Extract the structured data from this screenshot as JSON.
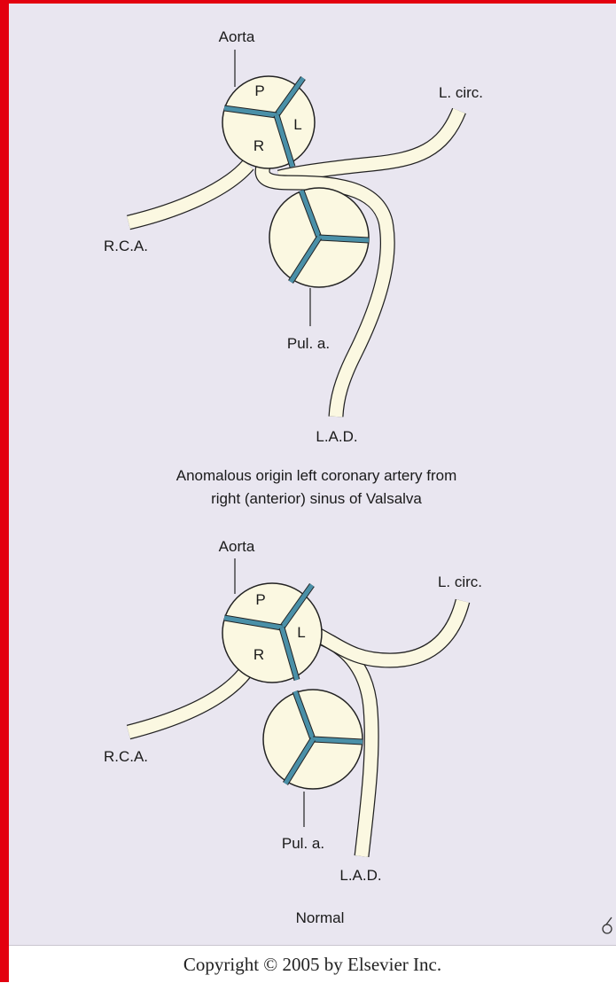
{
  "diagram_top": {
    "aorta_label": "Aorta",
    "cusp_p": "P",
    "cusp_l": "L",
    "cusp_r": "R",
    "lcirc_label": "L. circ.",
    "rca_label": "R.C.A.",
    "pul_label": "Pul. a.",
    "lad_label": "L.A.D.",
    "caption_line1": "Anomalous origin left coronary artery from",
    "caption_line2": "right (anterior) sinus of Valsalva"
  },
  "diagram_bottom": {
    "aorta_label": "Aorta",
    "cusp_p": "P",
    "cusp_l": "L",
    "cusp_r": "R",
    "lcirc_label": "L. circ.",
    "rca_label": "R.C.A.",
    "pul_label": "Pul. a.",
    "lad_label": "L.A.D.",
    "caption": "Normal"
  },
  "copyright": "Copyright © 2005 by Elsevier Inc.",
  "colors": {
    "frame": "#e3000f",
    "background": "#e9e6f0",
    "vessel_fill": "#fbf8e1",
    "valve_commissure": "#4a90a8",
    "outline": "#222222"
  }
}
